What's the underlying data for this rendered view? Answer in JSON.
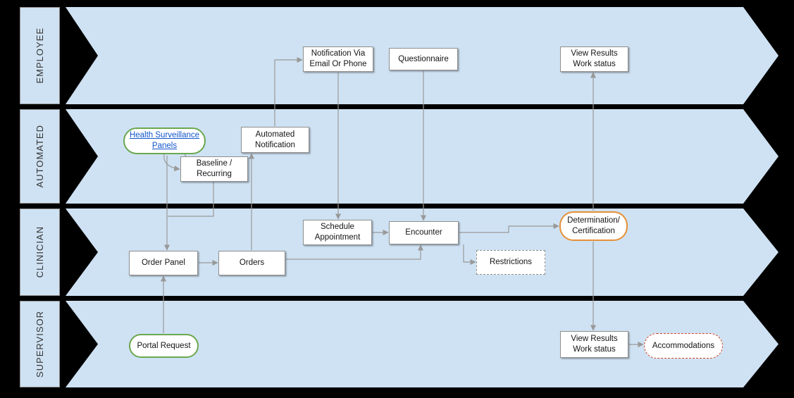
{
  "colors": {
    "background": "#000000",
    "lane_fill": "#cfe2f3",
    "lane_border": "#8f8f8f",
    "node_border": "#8f8f8f",
    "connector": "#999999",
    "green_accent": "#6aa84f",
    "orange_accent": "#e69138",
    "red_accent": "#cc4125",
    "link_blue": "#1155cc"
  },
  "lanes": [
    {
      "id": "employee",
      "label": "EMPLOYEE"
    },
    {
      "id": "automated",
      "label": "AUTOMATED"
    },
    {
      "id": "clinician",
      "label": "CLINICIAN"
    },
    {
      "id": "supervisor",
      "label": "SUPERVISOR"
    }
  ],
  "nodes": {
    "notification": "Notification Via\nEmail Or Phone",
    "questionnaire": "Questionnaire",
    "view_results_employee": "View Results\nWork status",
    "health_surveillance_panels": "Health Surveillance\nPanels",
    "baseline_recurring": "Baseline /\nRecurring",
    "automated_notification": "Automated\nNotification",
    "schedule_appointment": "Schedule\nAppointment",
    "encounter": "Encounter",
    "determination_certification": "Determination/\nCertification",
    "restrictions": "Restrictions",
    "order_panel": "Order Panel",
    "orders": "Orders",
    "portal_request": "Portal Request",
    "view_results_supervisor": "View Results\nWork status",
    "accommodations": "Accommodations"
  }
}
